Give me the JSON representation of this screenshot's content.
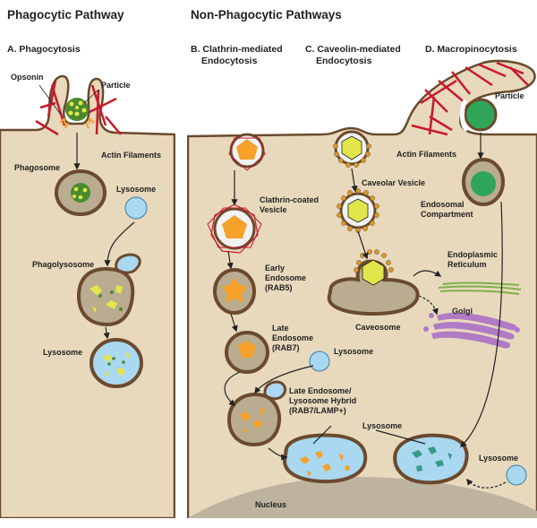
{
  "headers": {
    "left": "Phagocytic Pathway",
    "right": "Non-Phagocytic Pathways"
  },
  "panels": {
    "a": "A. Phagocytosis",
    "b1": "B. Clathrin-mediated",
    "b2": "Endocytosis",
    "c1": "C. Caveolin-mediated",
    "c2": "Endocytosis",
    "d": "D. Macropinocytosis"
  },
  "labels": {
    "opsonin": "Opsonin",
    "particle_a": "Particle",
    "actin_a": "Actin Filaments",
    "phagosome": "Phagosome",
    "lysosome_a": "Lysosome",
    "phagolysosome": "Phagolysosome",
    "lysosome_a2": "Lysosome",
    "clathrin1": "Clathrin-coated",
    "clathrin2": "Vesicle",
    "early1": "Early",
    "early2": "Endosome",
    "early3": "(RAB5)",
    "late1": "Late",
    "late2": "Endosome",
    "late3": "(RAB7)",
    "lysosome_b": "Lysosome",
    "hybrid1": "Late Endosome/",
    "hybrid2": "Lysosome Hybrid",
    "hybrid3": "(RAB7/LAMP+)",
    "caveolar": "Caveolar Vesicle",
    "er1": "Endoplasmic",
    "er2": "Reticulum",
    "golgi": "Golgi",
    "caveosome": "Caveosome",
    "lysosome_mid": "Lysosome",
    "nucleus": "Nucleus",
    "particle_d": "Particle",
    "actin_d": "Actin Filaments",
    "endosomal1": "Endosomal",
    "endosomal2": "Compartment",
    "lysosome_d": "Lysosome"
  },
  "colors": {
    "cytoplasm": "#e8d9bd",
    "membrane": "#6b4a2e",
    "actin": "#c8192c",
    "lysosome": "#a9d8f0",
    "cargo_orange": "#f5a12a",
    "cargo_yellow": "#e2e64a",
    "particle_green": "#2fa55a",
    "golgi": "#b07ac4",
    "er": "#7fb04a",
    "nucleus": "#bdb39f"
  }
}
